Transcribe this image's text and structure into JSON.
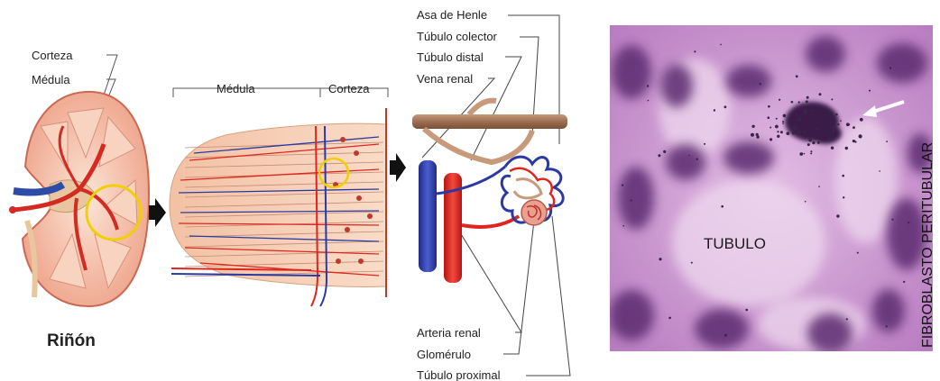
{
  "kidney": {
    "labels": {
      "corteza": "Corteza",
      "medula": "Médula",
      "title": "Riñón"
    }
  },
  "section": {
    "labels": {
      "medula": "Médula",
      "corteza": "Corteza"
    }
  },
  "nephron": {
    "labels": {
      "asa_henle": "Asa de Henle",
      "tubulo_colector": "Túbulo colector",
      "tubulo_distal": "Túbulo distal",
      "vena_renal": "Vena renal",
      "arteria_renal": "Arteria renal",
      "glomerulo": "Glomérulo",
      "tubulo_proximal": "Túbulo proximal"
    }
  },
  "micrograph": {
    "labels": {
      "tubulo": "TUBULO",
      "fibroblasto": "FIBROBLASTO PERITUBULAR"
    }
  },
  "colors": {
    "artery": "#e0251f",
    "vein": "#2b3aa3",
    "kidney_tissue": "#f6cfb4",
    "highlight_circle": "#f0d000",
    "stain_background": "#c98fce",
    "nucleus": "#5b2c6f"
  }
}
